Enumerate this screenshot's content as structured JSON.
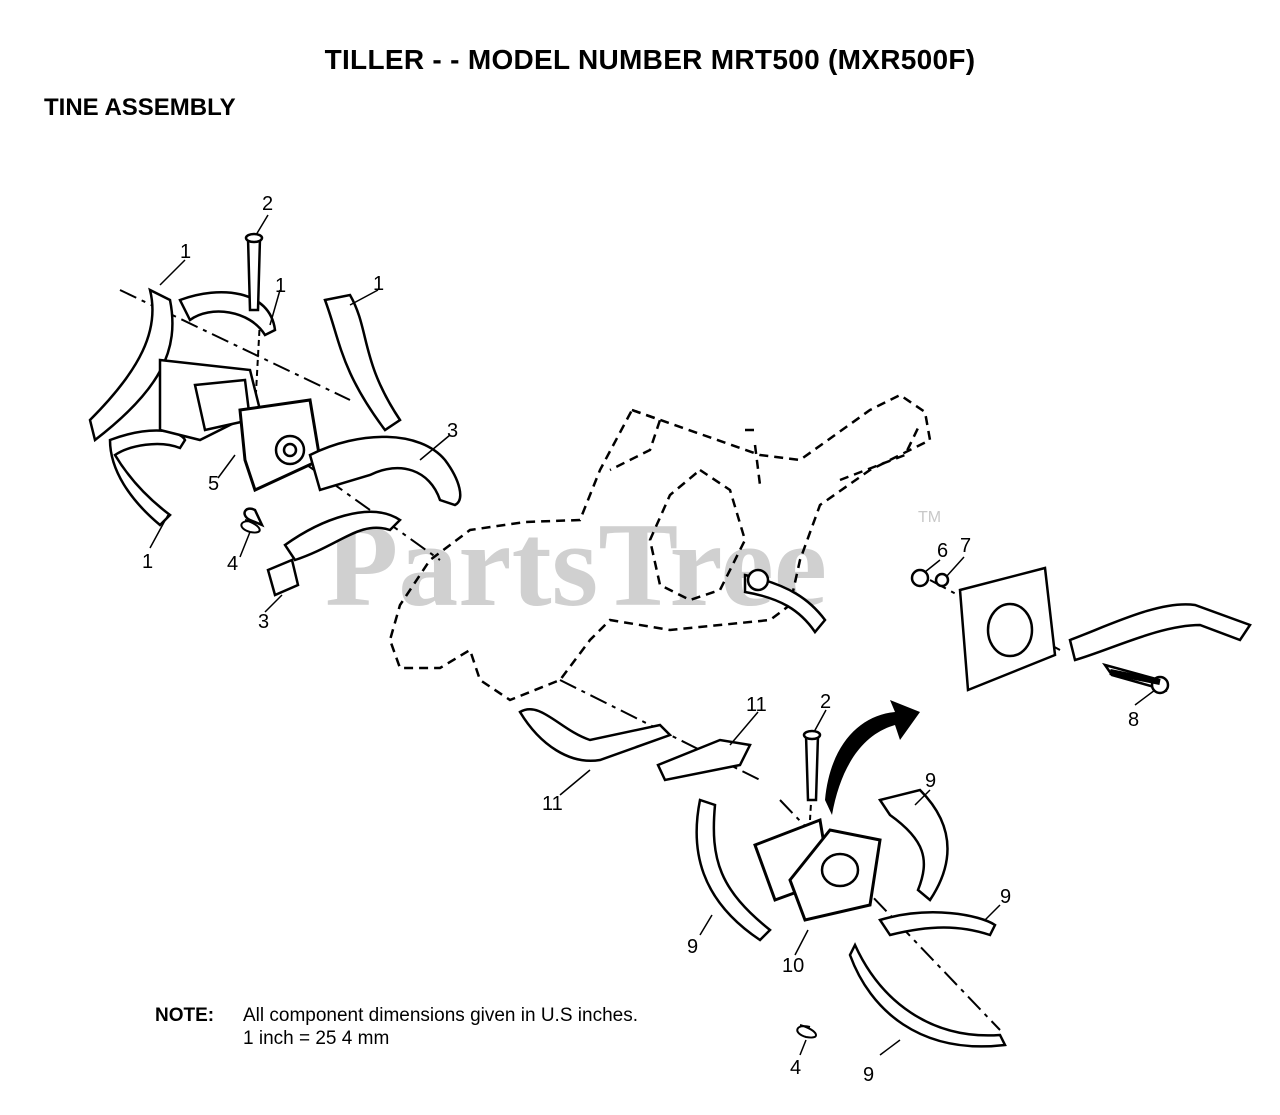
{
  "header": {
    "title": "TILLER - - MODEL NUMBER MRT500 (MXR500F)",
    "subtitle": "TINE ASSEMBLY"
  },
  "watermark": {
    "text": "PartsTree",
    "tm": "TM"
  },
  "callouts": {
    "c1a": "1",
    "c1b": "1",
    "c1c": "1",
    "c1d": "1",
    "c2a": "2",
    "c2b": "2",
    "c3a": "3",
    "c3b": "3",
    "c4a": "4",
    "c4b": "4",
    "c5": "5",
    "c6": "6",
    "c7": "7",
    "c8": "8",
    "c9a": "9",
    "c9b": "9",
    "c9c": "9",
    "c9d": "9",
    "c10": "10",
    "c11a": "11",
    "c11b": "11"
  },
  "note": {
    "label": "NOTE:",
    "line1": "All component dimensions given in U.S  inches.",
    "line2": "1 inch = 25 4 mm"
  },
  "colors": {
    "line": "#000000",
    "watermark": "#d0d0d0"
  }
}
